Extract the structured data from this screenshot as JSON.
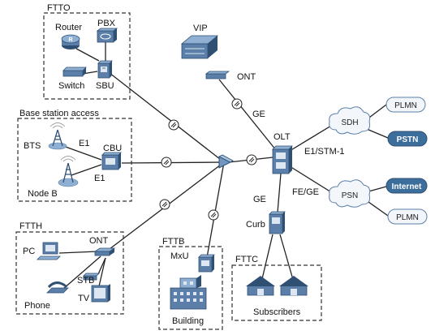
{
  "groups": {
    "ftto": "FTTO",
    "base_station": "Base station access",
    "ftth": "FTTH",
    "fttb": "FTTB",
    "fttc": "FTTC"
  },
  "nodes": {
    "router": "Router",
    "pbx": "PBX",
    "switch": "Switch",
    "sbu": "SBU",
    "bts": "BTS",
    "node_b": "Node B",
    "cbu": "CBU",
    "vip": "VIP",
    "ont_top": "ONT",
    "olt": "OLT",
    "pc": "PC",
    "ont_ftth": "ONT",
    "stb": "STB",
    "phone": "Phone",
    "tv": "TV",
    "mxu": "MxU",
    "building": "Building",
    "curb": "Curb",
    "subscribers": "Subscribers",
    "sdh": "SDH",
    "psn": "PSN",
    "plmn_top": "PLMN",
    "pstn": "PSTN",
    "internet": "Internet",
    "plmn_bottom": "PLMN"
  },
  "links": {
    "e1_upper": "E1",
    "e1_lower": "E1",
    "ge_vip": "GE",
    "e1_stm1": "E1/STM-1",
    "fe_ge": "FE/GE",
    "ge_curb": "GE"
  },
  "colors": {
    "device": "#5b7fa8",
    "device_dark": "#2f4f73",
    "device_light": "#dce7f2",
    "box_border": "#333333",
    "line": "#222222",
    "cloud_fill": "#f3f6fa",
    "pill_dark": "#3c6e9c",
    "pill_light": "#f2f5f9"
  }
}
